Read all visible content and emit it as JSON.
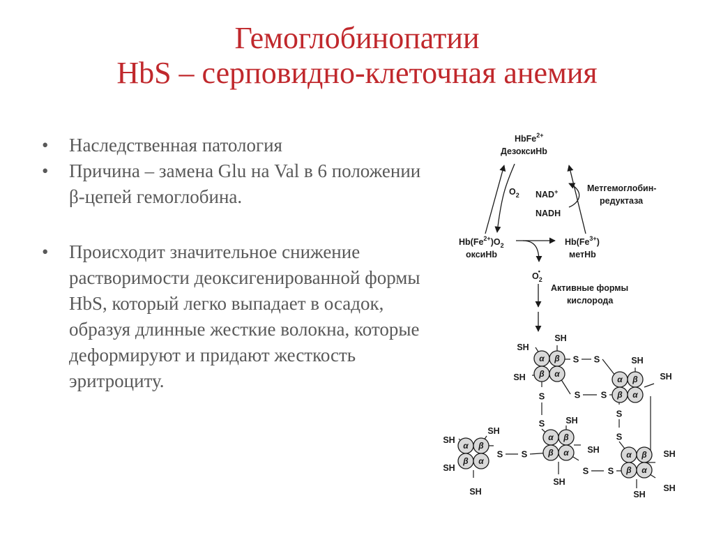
{
  "slide": {
    "title_line1": "Гемоглобинопатии",
    "title_line2": "HbS – серповидно-клеточная анемия",
    "bullets": [
      {
        "marker": "•",
        "text": "Наследственная патология"
      },
      {
        "marker": "•",
        "text": "Причина – замена Glu на Val в 6 положении β-цепей гемоглобина."
      },
      {
        "marker": "•",
        "text": "Происходит значительное снижение растворимости деоксигенированной формы HbS, который легко выпадает в осадок, образуя длинные жесткие волокна, которые деформируют и придают жесткость эритроциту."
      }
    ],
    "colors": {
      "title": "#c0282c",
      "body_text": "#595959",
      "diagram_ink": "#1a1a1a",
      "subunit_fill": "#d9d9d9"
    }
  },
  "diagram": {
    "deoxy_formula": "HbFe",
    "deoxy_charge": "2+",
    "deoxy_name": "ДезоксиHb",
    "o2": "O",
    "o2_sub": "2",
    "nad_plus": "NAD",
    "nad_plus_sup": "+",
    "nadh": "NADH",
    "enzyme_line1": "Метгемоглобин-",
    "enzyme_line2": "редуктаза",
    "oxy_formula_a": "Hb(Fe",
    "oxy_charge": "2+",
    "oxy_formula_b": ")O",
    "oxy_formula_sub": "2",
    "oxy_name": "оксиHb",
    "met_formula_a": "Hb(Fe",
    "met_charge": "3+",
    "met_formula_b": ")",
    "met_name": "метHb",
    "superoxide": "O",
    "superoxide_sub": "2",
    "superoxide_sup": "•",
    "ros_line1": "Активные формы",
    "ros_line2": "кислорода",
    "thiol": "SH",
    "sulfur": "S",
    "alpha": "α",
    "beta": "β"
  }
}
